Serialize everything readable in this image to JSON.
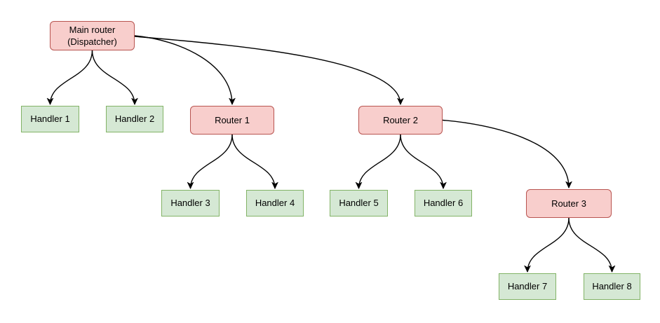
{
  "diagram": {
    "type": "tree",
    "nodes": [
      {
        "id": "main-router",
        "kind": "router",
        "label": "Main router\n(Dispatcher)"
      },
      {
        "id": "handler-1",
        "kind": "handler",
        "label": "Handler 1"
      },
      {
        "id": "handler-2",
        "kind": "handler",
        "label": "Handler 2"
      },
      {
        "id": "router-1",
        "kind": "router",
        "label": "Router 1"
      },
      {
        "id": "router-2",
        "kind": "router",
        "label": "Router 2"
      },
      {
        "id": "handler-3",
        "kind": "handler",
        "label": "Handler 3"
      },
      {
        "id": "handler-4",
        "kind": "handler",
        "label": "Handler 4"
      },
      {
        "id": "handler-5",
        "kind": "handler",
        "label": "Handler 5"
      },
      {
        "id": "handler-6",
        "kind": "handler",
        "label": "Handler 6"
      },
      {
        "id": "router-3",
        "kind": "router",
        "label": "Router 3"
      },
      {
        "id": "handler-7",
        "kind": "handler",
        "label": "Handler 7"
      },
      {
        "id": "handler-8",
        "kind": "handler",
        "label": "Handler 8"
      }
    ],
    "edges": [
      {
        "from": "main-router",
        "to": "handler-1"
      },
      {
        "from": "main-router",
        "to": "handler-2"
      },
      {
        "from": "main-router",
        "to": "router-1"
      },
      {
        "from": "main-router",
        "to": "router-2"
      },
      {
        "from": "router-1",
        "to": "handler-3"
      },
      {
        "from": "router-1",
        "to": "handler-4"
      },
      {
        "from": "router-2",
        "to": "handler-5"
      },
      {
        "from": "router-2",
        "to": "handler-6"
      },
      {
        "from": "router-2",
        "to": "router-3"
      },
      {
        "from": "router-3",
        "to": "handler-7"
      },
      {
        "from": "router-3",
        "to": "handler-8"
      }
    ]
  },
  "colors": {
    "router_fill": "#f8cecc",
    "router_stroke": "#b85450",
    "handler_fill": "#d5e8d4",
    "handler_stroke": "#82b366",
    "edge_stroke": "#000000",
    "background": "#ffffff"
  }
}
